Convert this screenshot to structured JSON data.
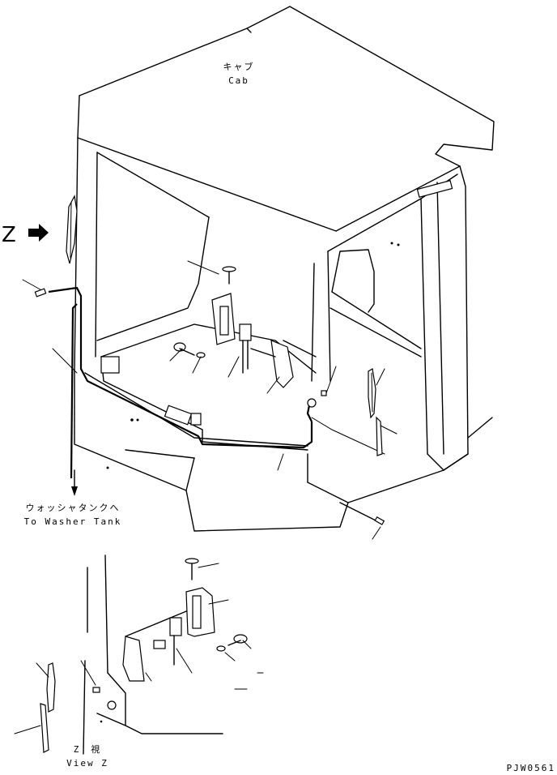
{
  "labels": {
    "cab_jp": "キャブ",
    "cab_en": "Cab",
    "z_marker": "Z",
    "washer_jp": "ウォッシャタンクへ",
    "washer_en": "To Washer Tank",
    "viewz_jp": "Z　視",
    "viewz_en": "View Z",
    "drawing_code": "PJW0561"
  },
  "icons": {
    "direction_arrow": "right-arrow-icon"
  }
}
